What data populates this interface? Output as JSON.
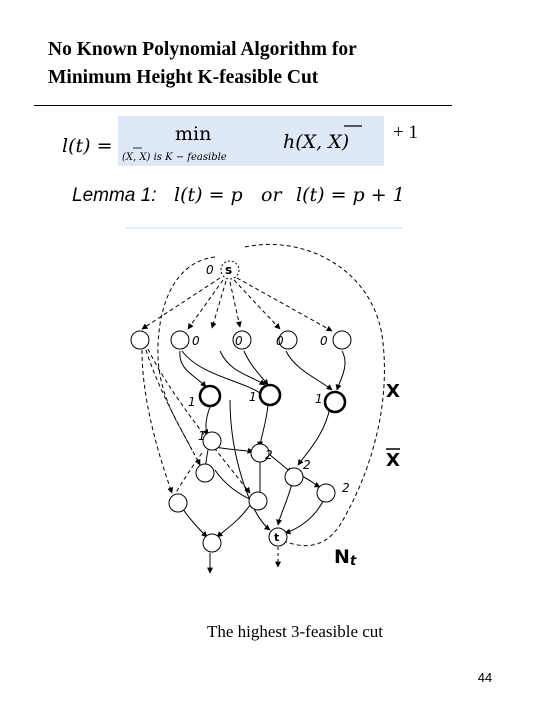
{
  "slide": {
    "title_line1": "No Known Polynomial Algorithm for",
    "title_line2": "Minimum Height K-feasible Cut",
    "caption": "The highest 3-feasible cut",
    "page_number": "44"
  },
  "formula": {
    "lhs": "l(t) =",
    "min": "min",
    "subscript": "(X, X) is K − feasible",
    "body": "h(X, X)",
    "plus_one": "+ 1",
    "highlight_color": "#dfe8f8"
  },
  "lemma": {
    "label": "Lemma 1:",
    "lhs1": "l(t) = p",
    "or": "or",
    "lhs2": "l(t) = p + 1"
  },
  "diagram": {
    "source_label": "s",
    "source_height": "0",
    "level0_labels": [
      "0",
      "0",
      "0",
      "0"
    ],
    "level1_labels": [
      "1",
      "1",
      "1"
    ],
    "level1b_label": "1",
    "level2_labels": [
      "2",
      "2",
      "2"
    ],
    "sink_label": "t",
    "cut_label_x1": "X",
    "cut_label_x2": "X",
    "nt_label": "N",
    "nt_subscript": "t"
  }
}
